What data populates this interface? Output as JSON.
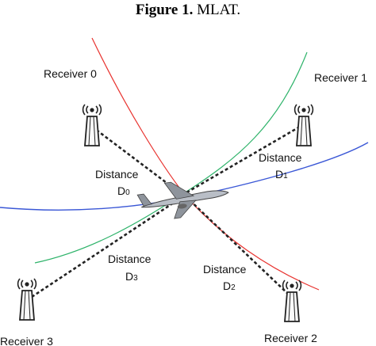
{
  "figure": {
    "caption_bold": "Figure 1.",
    "caption_text": " MLAT."
  },
  "receivers": [
    {
      "label": "Receiver 0"
    },
    {
      "label": "Receiver 1"
    },
    {
      "label": "Receiver 2"
    },
    {
      "label": "Receiver 3"
    }
  ],
  "distances": [
    {
      "word": "Distance",
      "symbol": "D",
      "index": "0"
    },
    {
      "word": "Distance",
      "symbol": "D",
      "index": "1"
    },
    {
      "word": "Distance",
      "symbol": "D",
      "index": "2"
    },
    {
      "word": "Distance",
      "symbol": "D",
      "index": "3"
    }
  ],
  "curve_colors": {
    "red": "#e8322e",
    "green": "#2eb36a",
    "blue": "#3a57d6"
  }
}
